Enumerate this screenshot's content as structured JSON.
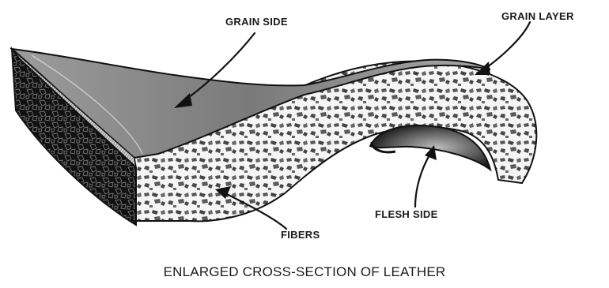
{
  "diagram": {
    "labels": {
      "grain_side": "GRAIN SIDE",
      "grain_layer": "GRAIN LAYER",
      "flesh_side": "FLESH SIDE",
      "fibers": "FIBERS"
    },
    "caption": "ENLARGED CROSS-SECTION OF LEATHER"
  },
  "colors": {
    "ink": "#111111",
    "grain_surface": "#8a8a8a",
    "fiber_fill": "#f4f4f4",
    "fiber_cells": "#3a3a3a",
    "dark_section": "#1c1c1c"
  }
}
